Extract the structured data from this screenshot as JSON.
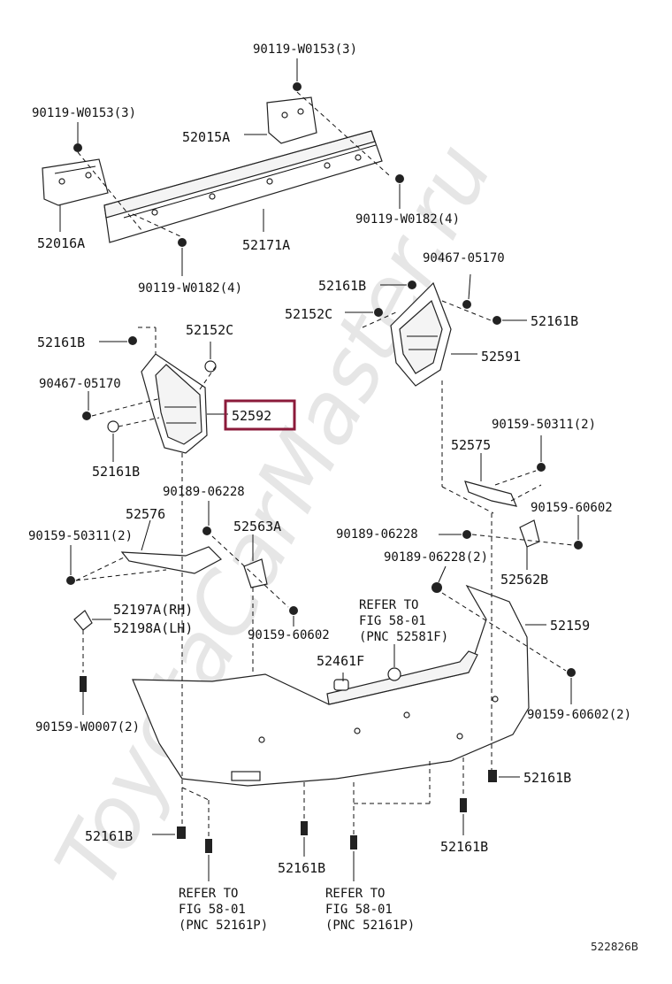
{
  "watermark": "ToyotaCarMaster.ru",
  "image_code": "522826B",
  "highlight_color": "#8b1a3a",
  "labels": {
    "l01": "90119-W0153(3)",
    "l02": "90119-W0153(3)",
    "l03": "52015A",
    "l04": "52016A",
    "l05": "52171A",
    "l06": "90119-W0182(4)",
    "l07": "90119-W0182(4)",
    "l08": "90467-05170",
    "l09": "52161B",
    "l10": "52152C",
    "l11": "52161B",
    "l12": "52591",
    "l13": "52161B",
    "l14": "52152C",
    "l15": "90467-05170",
    "l16": "52592",
    "l17": "52161B",
    "l18": "90159-50311(2)",
    "l19": "52575",
    "l20": "90189-06228",
    "l21": "52576",
    "l22": "52563A",
    "l23": "90159-60602",
    "l24": "90159-50311(2)",
    "l25": "90189-06228",
    "l26": "52562B",
    "l27": "90189-06228(2)",
    "l28": "52197A(RH)",
    "l29": "52198A(LH)",
    "l30": "52159",
    "l31": "90159-60602",
    "l32": "52461F",
    "l33": "90159-W0007(2)",
    "l34": "90159-60602(2)",
    "l35": "52161B",
    "l36": "52161B",
    "l37": "52161B",
    "l38": "52161B"
  },
  "references": {
    "r1": [
      "REFER TO",
      "FIG 58-01",
      "(PNC 52581F)"
    ],
    "r2": [
      "REFER TO",
      "FIG 58-01",
      "(PNC 52161P)"
    ],
    "r3": [
      "REFER TO",
      "FIG 58-01",
      "(PNC 52161P)"
    ]
  }
}
